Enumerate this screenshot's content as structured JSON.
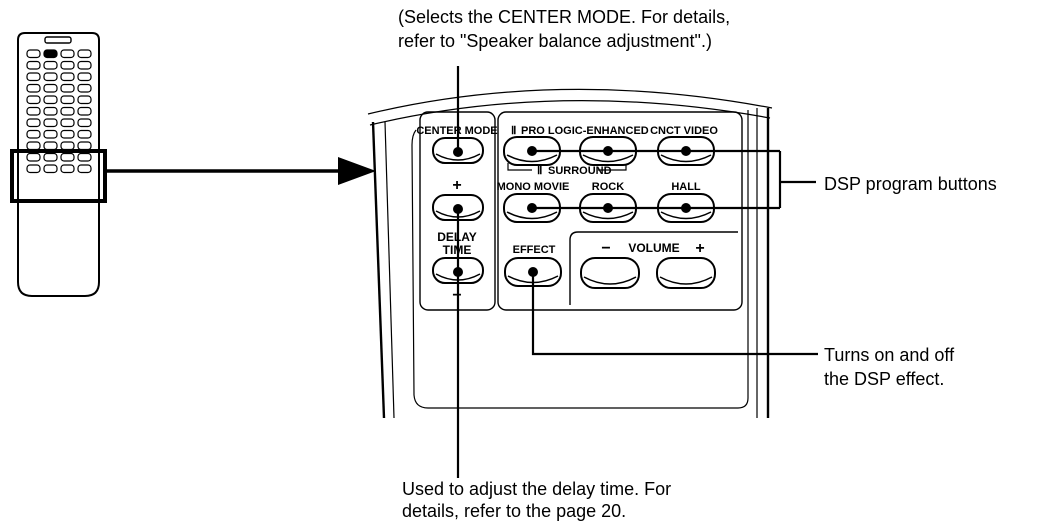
{
  "callouts": {
    "center_mode_line1": "(Selects the CENTER MODE. For details,",
    "center_mode_line2": "refer to \"Speaker balance adjustment\".)",
    "dsp_program": "DSP program buttons",
    "effect_line1": "Turns on and off",
    "effect_line2": "the DSP effect.",
    "delay_line1": "Used to adjust the delay time. For",
    "delay_line2": "details, refer to the page 20."
  },
  "panel": {
    "center_mode": "CENTER MODE",
    "plus_sign": "+",
    "delay_line1": "DELAY",
    "delay_line2": "TIME",
    "minus_sign": "−",
    "pro_logic_enhanced": "PRO LOGIC-ENHANCED",
    "cnct_video": "CNCT VIDEO",
    "surround": "SURROUND",
    "mono_movie": "MONO MOVIE",
    "rock": "ROCK",
    "hall": "HALL",
    "effect": "EFFECT",
    "volume": "VOLUME",
    "volume_minus": "−",
    "volume_plus": "+",
    "dolby_mark": "Ⅱ"
  }
}
